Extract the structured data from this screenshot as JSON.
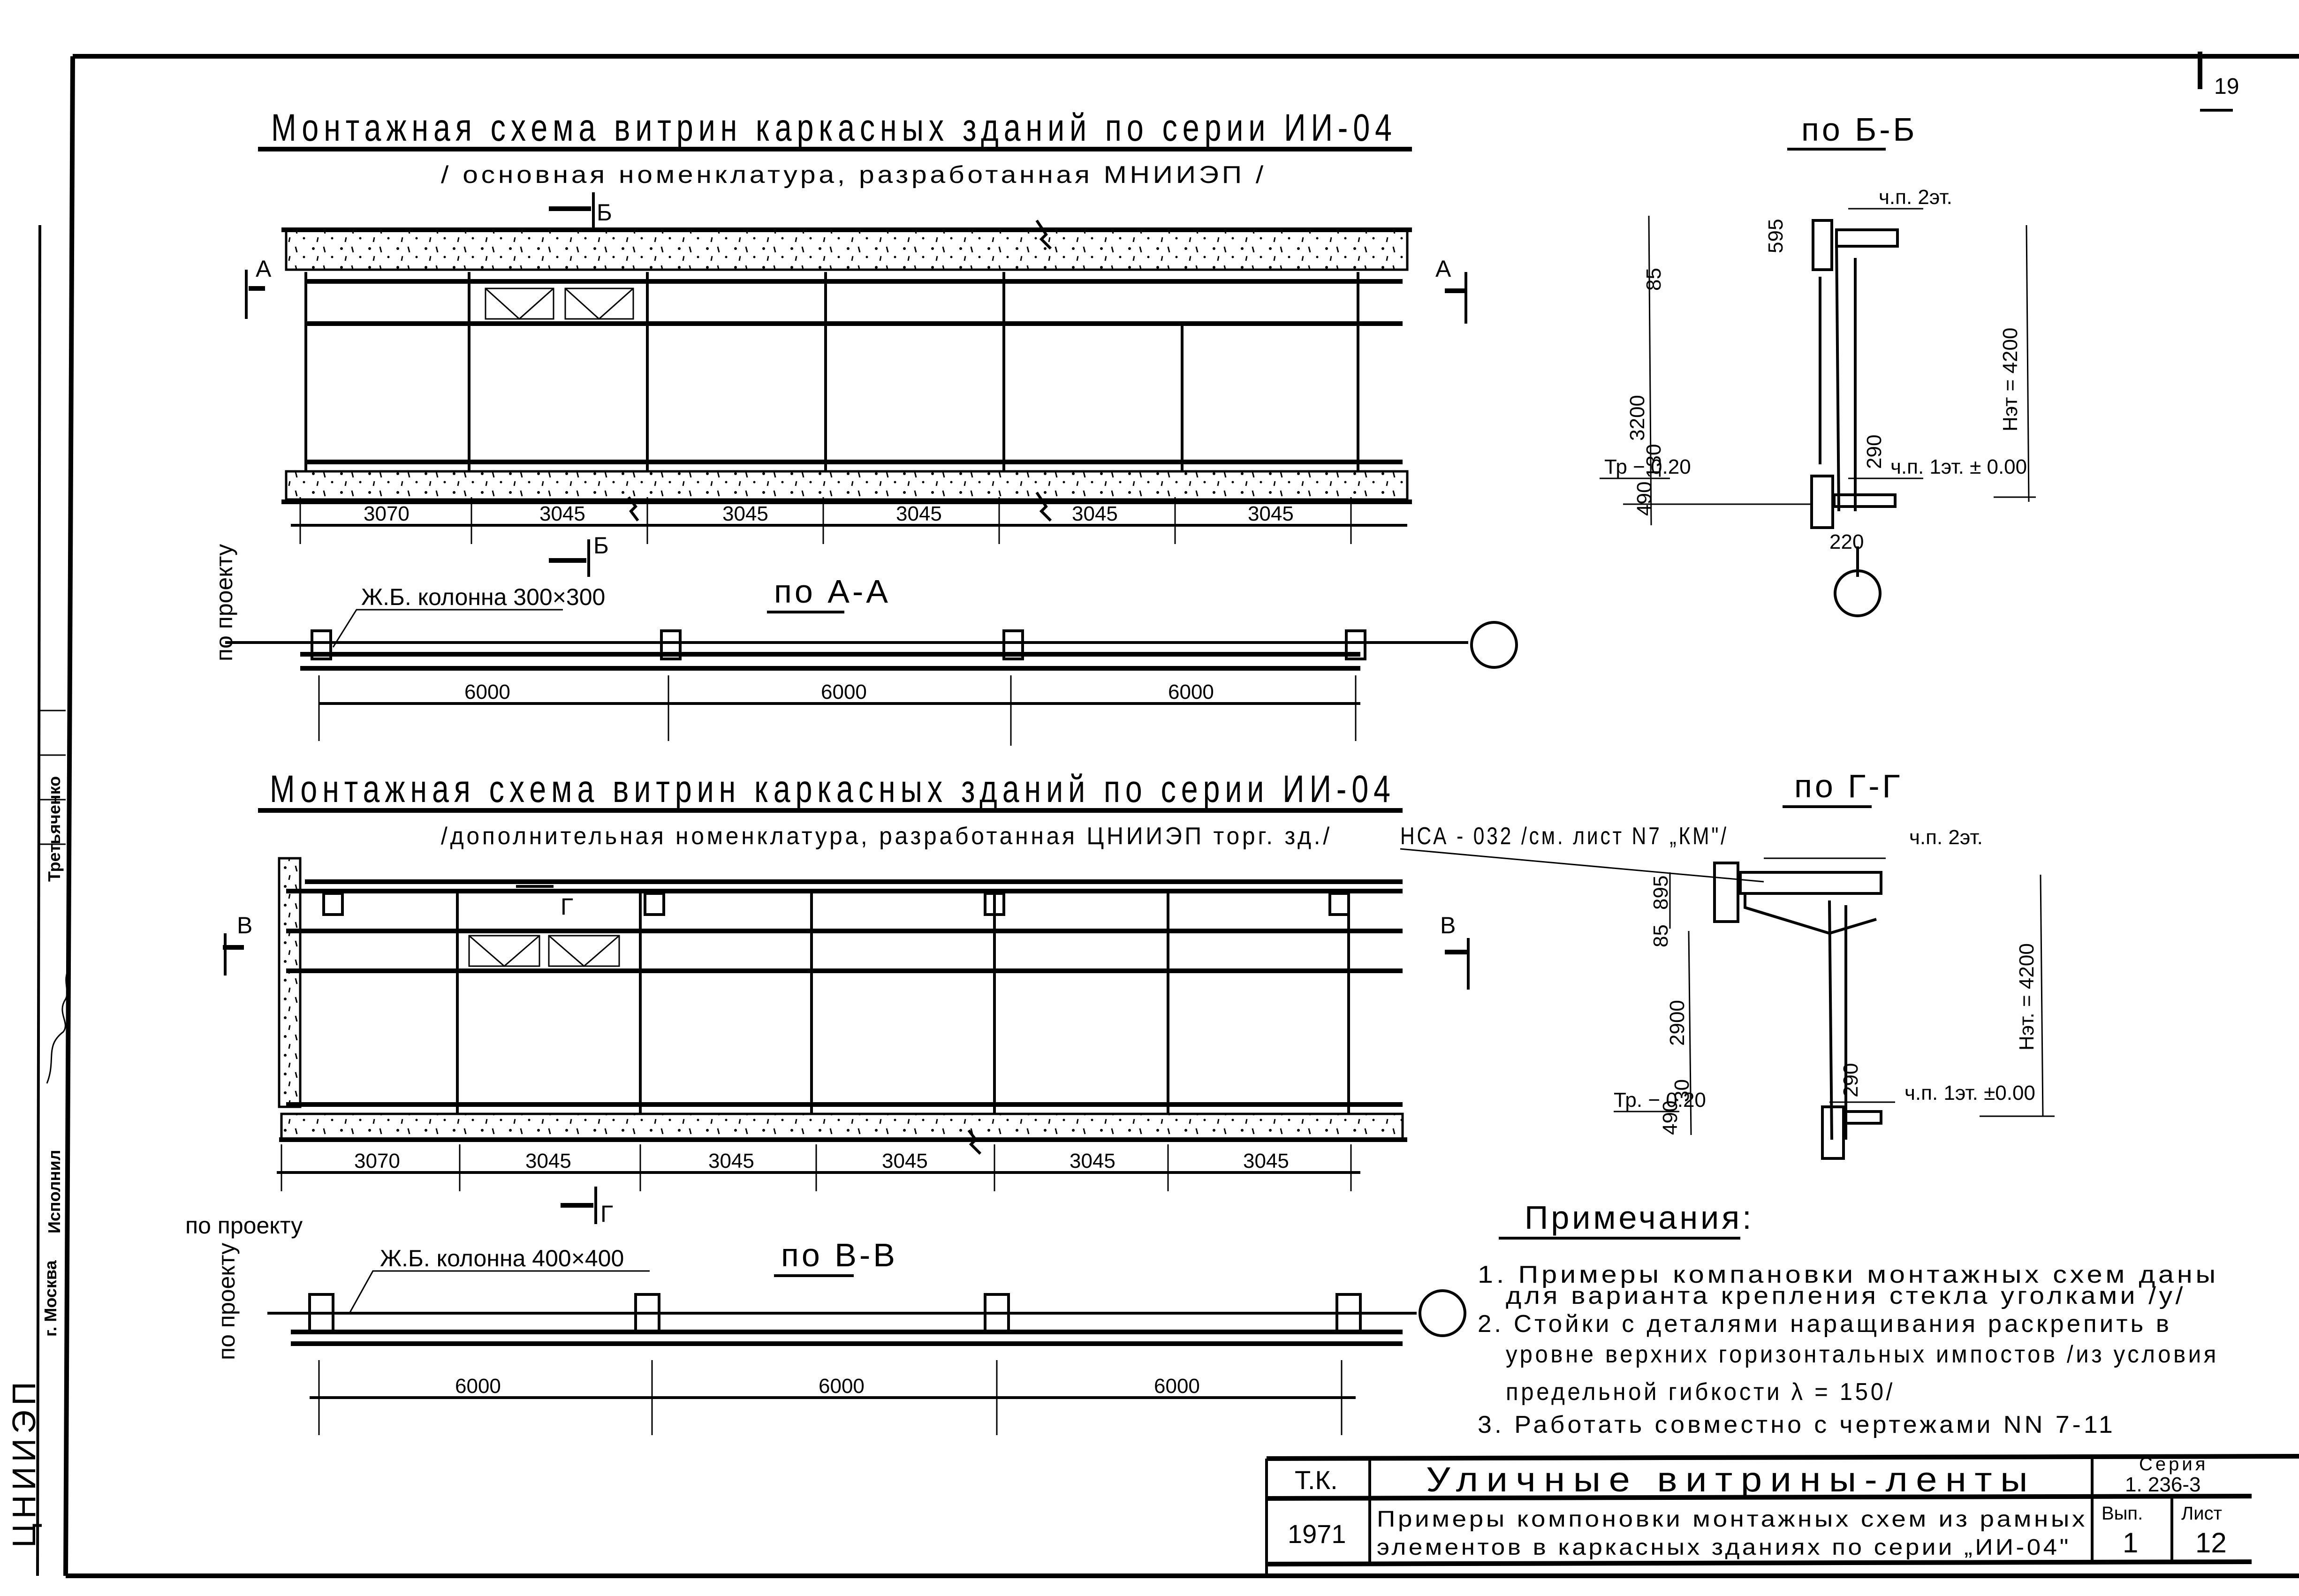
{
  "sheet": {
    "page_number": "19",
    "border_color": "#000000",
    "paper_color": "#ffffff"
  },
  "scheme1": {
    "title": "Монтажная схема витрин каркасных зданий по серии ИИ-04",
    "subtitle": "/ основная номенклатура, разработанная МНИИЭП /",
    "section_marker_top": "Б",
    "section_marker_bottom": "Б",
    "section_left": "А",
    "section_right": "А",
    "bay_dimensions": [
      "3070",
      "3045",
      "3045",
      "3045",
      "3045",
      "3045"
    ],
    "plan": {
      "title": "по А-А",
      "column_label": "Ж.Б. колонна 300×300",
      "side_label": "по проекту",
      "spans": [
        "6000",
        "6000",
        "6000"
      ]
    }
  },
  "section_bb": {
    "title": "по Б-Б",
    "floor2": "ч.п. 2эт.",
    "floor1": "ч.п. 1эт. ± 0.00",
    "ground": "Тр − 0.20",
    "height": "Нэт = 4200",
    "dims": [
      "595",
      "85",
      "3200",
      "130",
      "490",
      "290",
      "220"
    ]
  },
  "scheme2": {
    "title": "Монтажная схема витрин каркасных зданий по серии ИИ-04",
    "subtitle": "/дополнительная номенклатура, разработанная ЦНИИЭП торг. зд./",
    "callout": "НСА - 032 /см. лист N7 „КМ\"/",
    "section_marker_top": "Г",
    "section_marker_bottom": "Г",
    "section_left": "В",
    "section_right": "В",
    "bay_dimensions": [
      "3070",
      "3045",
      "3045",
      "3045",
      "3045",
      "3045"
    ],
    "plan": {
      "title": "по В-В",
      "column_label": "Ж.Б. колонна 400×400",
      "side_label_top": "по проекту",
      "side_label": "по проекту",
      "spans": [
        "6000",
        "6000",
        "6000"
      ]
    }
  },
  "section_gg": {
    "title": "по Г-Г",
    "floor2": "ч.п. 2эт.",
    "floor1": "ч.п. 1эт. ±0.00",
    "ground": "Тр. − 0.20",
    "height": "Нэт. = 4200",
    "dims": [
      "895",
      "85",
      "2900",
      "30",
      "490",
      "290"
    ]
  },
  "notes": {
    "heading": "Примечания:",
    "items": [
      "1. Примеры компановки монтажных схем даны",
      "для варианта крепления стекла уголками /у/",
      "2. Стойки с деталями наращивания раскрепить в",
      "уровне верхних горизонтальных импостов /из условия",
      "предельной гибкости λ = 150/",
      "3. Работать совместно с чертежами NN 7-11"
    ]
  },
  "title_block": {
    "org": "Т.К.",
    "year": "1971",
    "title": "Уличные витрины-ленты",
    "description_line1": "Примеры компоновки монтажных схем из рамных",
    "description_line2": "элементов в каркасных зданиях по серии „ИИ-04\"",
    "series_label": "Серия",
    "series_value": "1. 236-3",
    "issue_label": "Вып.",
    "issue_value": "1",
    "sheet_label": "Лист",
    "sheet_value": "12"
  },
  "side_stamp": {
    "author": "Третьяченко",
    "role": "Исполнил",
    "city": "г. Москва",
    "org": "ЦНИИЭП"
  }
}
